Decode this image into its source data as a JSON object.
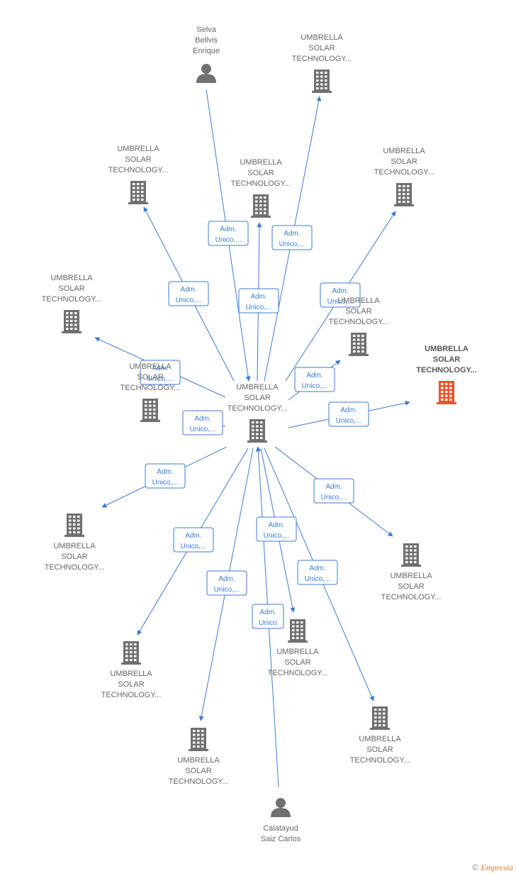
{
  "nodes": [
    {
      "id": "center",
      "type": "company",
      "label": [
        "UMBRELLA",
        "SOLAR",
        "TECHNOLOGY..."
      ],
      "highlight": false
    },
    {
      "id": "selva",
      "type": "person",
      "label": [
        "Selva",
        "Bellvis",
        "Enrique"
      ],
      "highlight": false
    },
    {
      "id": "calatayud",
      "type": "person",
      "label": [
        "Calatayud",
        "Saiz Carlos"
      ],
      "highlight": false
    },
    {
      "id": "c_top",
      "type": "company",
      "label": [
        "UMBRELLA",
        "SOLAR",
        "TECHNOLOGY..."
      ],
      "highlight": false
    },
    {
      "id": "c_tl",
      "type": "company",
      "label": [
        "UMBRELLA",
        "SOLAR",
        "TECHNOLOGY..."
      ],
      "highlight": false
    },
    {
      "id": "c_tm",
      "type": "company",
      "label": [
        "UMBRELLA",
        "SOLAR",
        "TECHNOLOGY..."
      ],
      "highlight": false
    },
    {
      "id": "c_tr",
      "type": "company",
      "label": [
        "UMBRELLA",
        "SOLAR",
        "TECHNOLOGY..."
      ],
      "highlight": false
    },
    {
      "id": "c_l",
      "type": "company",
      "label": [
        "UMBRELLA",
        "SOLAR",
        "TECHNOLOGY..."
      ],
      "highlight": false
    },
    {
      "id": "c_r1",
      "type": "company",
      "label": [
        "UMBRELLA",
        "SOLAR",
        "TECHNOLOGY..."
      ],
      "highlight": false
    },
    {
      "id": "c_hl",
      "type": "company",
      "label": [
        "UMBRELLA",
        "SOLAR",
        "TECHNOLOGY..."
      ],
      "highlight": true
    },
    {
      "id": "c_ml",
      "type": "company",
      "label": [
        "UMBRELLA",
        "SOLAR",
        "TECHNOLOGY..."
      ],
      "highlight": false
    },
    {
      "id": "c_bl1",
      "type": "company",
      "label": [
        "UMBRELLA",
        "SOLAR",
        "TECHNOLOGY..."
      ],
      "highlight": false
    },
    {
      "id": "c_br1",
      "type": "company",
      "label": [
        "UMBRELLA",
        "SOLAR",
        "TECHNOLOGY..."
      ],
      "highlight": false
    },
    {
      "id": "c_bl2",
      "type": "company",
      "label": [
        "UMBRELLA",
        "SOLAR",
        "TECHNOLOGY..."
      ],
      "highlight": false
    },
    {
      "id": "c_bm",
      "type": "company",
      "label": [
        "UMBRELLA",
        "SOLAR",
        "TECHNOLOGY..."
      ],
      "highlight": false
    },
    {
      "id": "c_bl3",
      "type": "company",
      "label": [
        "UMBRELLA",
        "SOLAR",
        "TECHNOLOGY..."
      ],
      "highlight": false
    },
    {
      "id": "c_br2",
      "type": "company",
      "label": [
        "UMBRELLA",
        "SOLAR",
        "TECHNOLOGY..."
      ],
      "highlight": false
    }
  ],
  "edges": [
    {
      "from": "selva",
      "to": "center",
      "label": [
        "Adm.",
        "Unico,..."
      ]
    },
    {
      "from": "center",
      "to": "c_top",
      "label": [
        "Adm.",
        "Unico,..."
      ]
    },
    {
      "from": "center",
      "to": "c_tl",
      "label": [
        "Adm.",
        "Unico,..."
      ]
    },
    {
      "from": "center",
      "to": "c_tm",
      "label": [
        "Adm.",
        "Unico,..."
      ]
    },
    {
      "from": "center",
      "to": "c_tr",
      "label": [
        "Adm.",
        "Unico,..."
      ]
    },
    {
      "from": "center",
      "to": "c_l",
      "label": [
        "Adm.",
        "Unico,..."
      ]
    },
    {
      "from": "center",
      "to": "c_r1",
      "label": [
        "Adm.",
        "Unico,..."
      ]
    },
    {
      "from": "center",
      "to": "c_hl",
      "label": [
        "Adm.",
        "Unico,..."
      ]
    },
    {
      "from": "center",
      "to": "c_ml",
      "label": [
        "Adm.",
        "Unico,..."
      ]
    },
    {
      "from": "center",
      "to": "c_bl1",
      "label": [
        "Adm.",
        "Unico,..."
      ]
    },
    {
      "from": "center",
      "to": "c_br1",
      "label": [
        "Adm.",
        "Unico,..."
      ]
    },
    {
      "from": "center",
      "to": "c_bl2",
      "label": [
        "Adm.",
        "Unico,..."
      ]
    },
    {
      "from": "center",
      "to": "c_bm",
      "label": [
        "Adm.",
        "Unico,..."
      ]
    },
    {
      "from": "center",
      "to": "c_bl3",
      "label": [
        "Adm.",
        "Unico,..."
      ]
    },
    {
      "from": "center",
      "to": "c_br2",
      "label": [
        "Adm.",
        "Unico,..."
      ]
    },
    {
      "from": "calatayud",
      "to": "center",
      "label": [
        "Adm.",
        "Unico"
      ]
    }
  ],
  "colors": {
    "edge": "#3a7bd5",
    "company_icon": "#707070",
    "highlight_icon": "#e8542c",
    "person_icon": "#707070"
  },
  "footer": {
    "copyright": "©",
    "brand": "Empresia"
  }
}
